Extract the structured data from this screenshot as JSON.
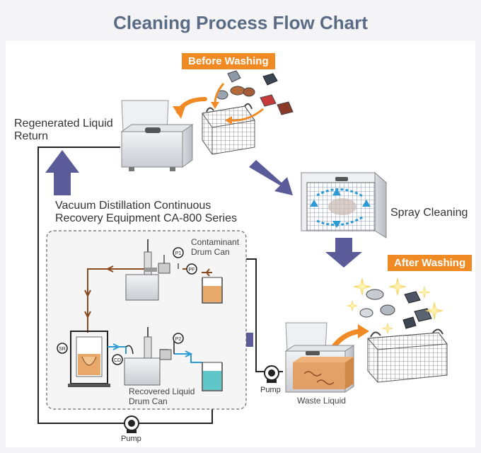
{
  "title": "Cleaning Process Flow Chart",
  "labels": {
    "before_washing": "Before Washing",
    "after_washing": "After Washing",
    "regenerated_line1": "Regenerated Liquid",
    "regenerated_line2": "Return",
    "equipment_line1": "Vacuum Distillation Continuous",
    "equipment_line2": "Recovery Equipment CA-800 Series",
    "spray_cleaning": "Spray Cleaning",
    "contaminant_line1": "Contaminant",
    "contaminant_line2": "Drum Can",
    "recovered_line1": "Recovered Liquid",
    "recovered_line2": "Drum Can",
    "pump_right": "Pump",
    "pump_bottom": "Pump",
    "waste_liquid": "Waste Liquid"
  },
  "gauges": {
    "p1": "P1",
    "pf": "PF",
    "p2": "P2",
    "sr": "SR",
    "cd": "CD"
  },
  "colors": {
    "title": "#5a6c85",
    "tag": "#f08a24",
    "flow_arrow": "#5b5b9a",
    "pipe_brown": "#8a4a1e",
    "pipe_blue": "#2d9bd3",
    "contaminant_liquid": "#e8a86a",
    "recovered_liquid": "#5fc7c9"
  }
}
